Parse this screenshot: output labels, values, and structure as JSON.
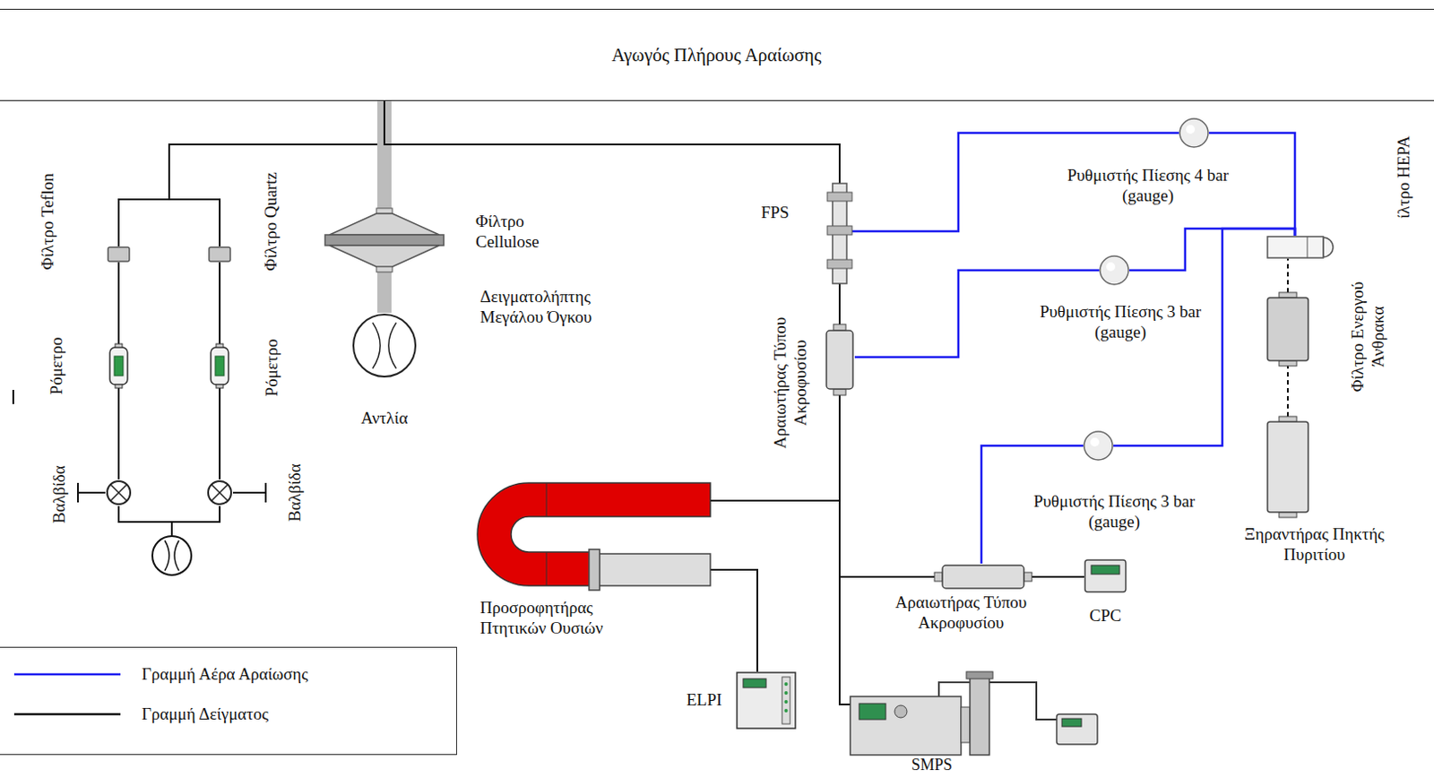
{
  "diagram": {
    "nodes": [
      {
        "text": [
          "Αγωγός Πλήρους Αραίωσης"
        ]
      },
      {
        "text": [
          "Φίλτρο Teflon"
        ]
      },
      {
        "text": [
          "Φίλτρο Quartz"
        ]
      },
      {
        "text": [
          "Ρόμετρο"
        ]
      },
      {
        "text": [
          "Ρόμετρο"
        ]
      },
      {
        "text": [
          "Βαλβίδα"
        ]
      },
      {
        "text": [
          "Βαλβίδα"
        ]
      },
      {
        "text": [
          "Φίλτρο Cellulose"
        ]
      },
      {
        "text": [
          "Αντλία"
        ]
      },
      {
        "text": [
          "FPS"
        ]
      },
      {
        "text": [
          "Αραιωτήρας Τύπου Ακροφυσίου"
        ]
      },
      {
        "text": [
          "Ρυθμιστής Πίεσης 4 bar (gauge)"
        ]
      },
      {
        "text": [
          "Ρυθμιστής Πίεσης 3 bar (gauge)"
        ]
      },
      {
        "text": [
          "Ρυθμιστής Πίεσης 3 bar (gauge)"
        ]
      },
      {
        "text": [
          "ίλτρο HEPA"
        ]
      },
      {
        "text": [
          "Φίλτρο Ενεργού Άνθρακα"
        ]
      },
      {
        "text": [
          "Ξηραντήρας Πηκτής Πυριτίου"
        ]
      },
      {
        "text": [
          "Προσροφητήρας Πτητικών Ουσιών"
        ]
      },
      {
        "text": [
          "ELPI"
        ]
      },
      {
        "text": [
          "Αραιωτήρας Τύπου Ακροφυσίου"
        ]
      },
      {
        "text": [
          "CPC"
        ]
      },
      {
        "text": [
          "SMPS"
        ]
      }
    ],
    "edges": [
      {
        "from": 0,
        "to": 1,
        "arrow": "none"
      },
      {
        "from": 0,
        "to": 2,
        "arrow": "none"
      },
      {
        "from": 0,
        "to": 7,
        "arrow": "none"
      },
      {
        "from": 7,
        "to": 8,
        "arrow": "none"
      },
      {
        "from": 0,
        "to": 9,
        "arrow": "none"
      },
      {
        "from": 1,
        "to": 3,
        "arrow": "none"
      },
      {
        "from": 2,
        "to": 4,
        "arrow": "none"
      },
      {
        "from": 3,
        "to": 5,
        "arrow": "none"
      },
      {
        "from": 4,
        "to": 6,
        "arrow": "none"
      },
      {
        "from": 9,
        "to": 10,
        "arrow": "none"
      },
      {
        "from": 10,
        "to": 17,
        "arrow": "none"
      },
      {
        "from": 17,
        "to": 18,
        "arrow": "none"
      },
      {
        "from": 10,
        "to": 19,
        "arrow": "none"
      },
      {
        "from": 10,
        "to": 21,
        "arrow": "none"
      },
      {
        "from": 19,
        "to": 20,
        "arrow": "none"
      },
      {
        "from": 14,
        "to": 11,
        "arrow": "none"
      },
      {
        "from": 11,
        "to": 9,
        "arrow": "none"
      },
      {
        "from": 14,
        "to": 12,
        "arrow": "none"
      },
      {
        "from": 12,
        "to": 10,
        "arrow": "none"
      },
      {
        "from": 14,
        "to": 13,
        "arrow": "none"
      },
      {
        "from": 13,
        "to": 19,
        "arrow": "none"
      },
      {
        "from": 16,
        "to": 15,
        "arrow": "none"
      },
      {
        "from": 15,
        "to": 14,
        "arrow": "none"
      }
    ],
    "labels": [
      "Δειγματολήπτης Μεγάλου Όγκου"
    ],
    "legend": [
      {
        "text": "Γραμμή Αέρα Αραίωσης"
      },
      {
        "text": "Γραμμή Δείγματος"
      }
    ]
  }
}
